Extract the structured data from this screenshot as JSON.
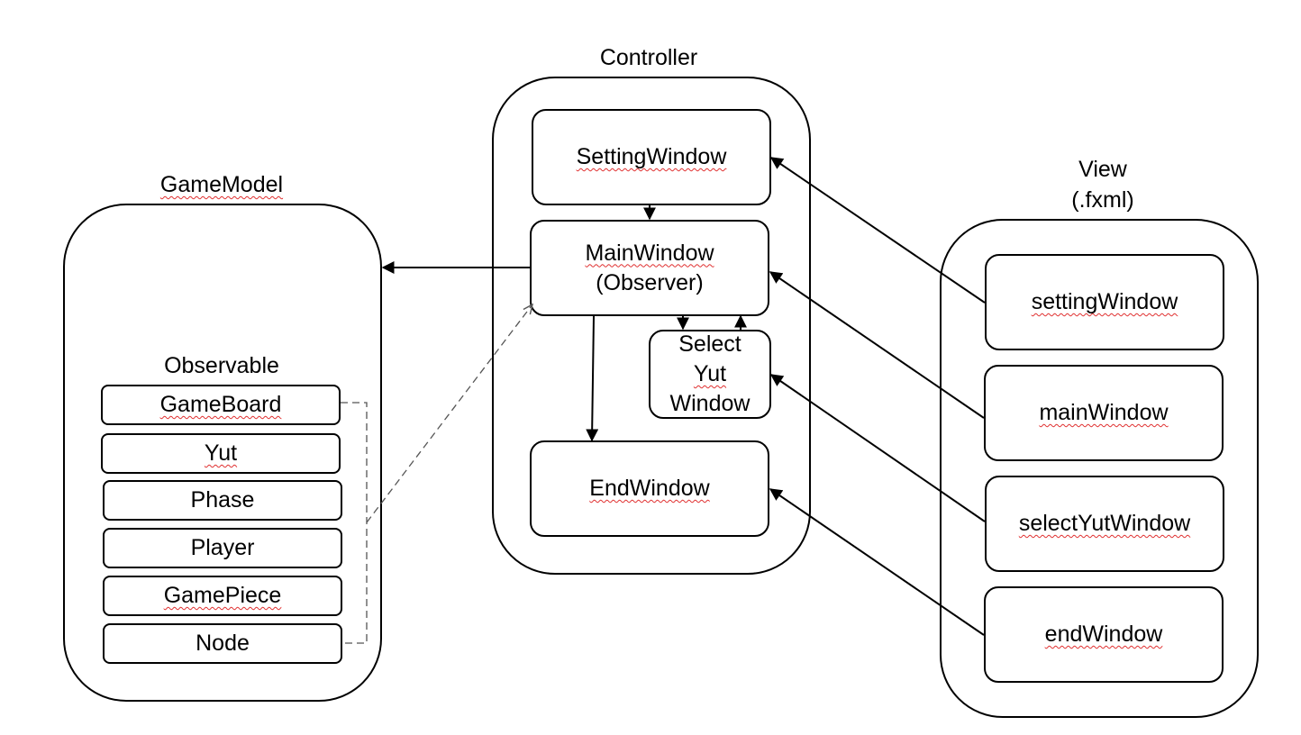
{
  "groups": {
    "game_model": "GameModel",
    "controller": "Controller",
    "view_line1": "View",
    "view_line2": "(.fxml)"
  },
  "game_model": {
    "observable_label": "Observable",
    "items": [
      "GameBoard",
      "Yut",
      "Phase",
      "Player",
      "GamePiece",
      "Node"
    ]
  },
  "controller": {
    "setting_window": "SettingWindow",
    "main_window_line1": "MainWindow",
    "main_window_line2": "(Observer)",
    "select_yut_line1": "Select",
    "select_yut_line2": "Yut",
    "select_yut_line3": "Window",
    "end_window": "EndWindow"
  },
  "view": {
    "setting_window": "settingWindow",
    "main_window": "mainWindow",
    "select_yut_window": "selectYutWindow",
    "end_window": "endWindow"
  },
  "colors": {
    "stroke": "#000000",
    "spellcheck_underline": "#e03030",
    "background": "#ffffff"
  }
}
